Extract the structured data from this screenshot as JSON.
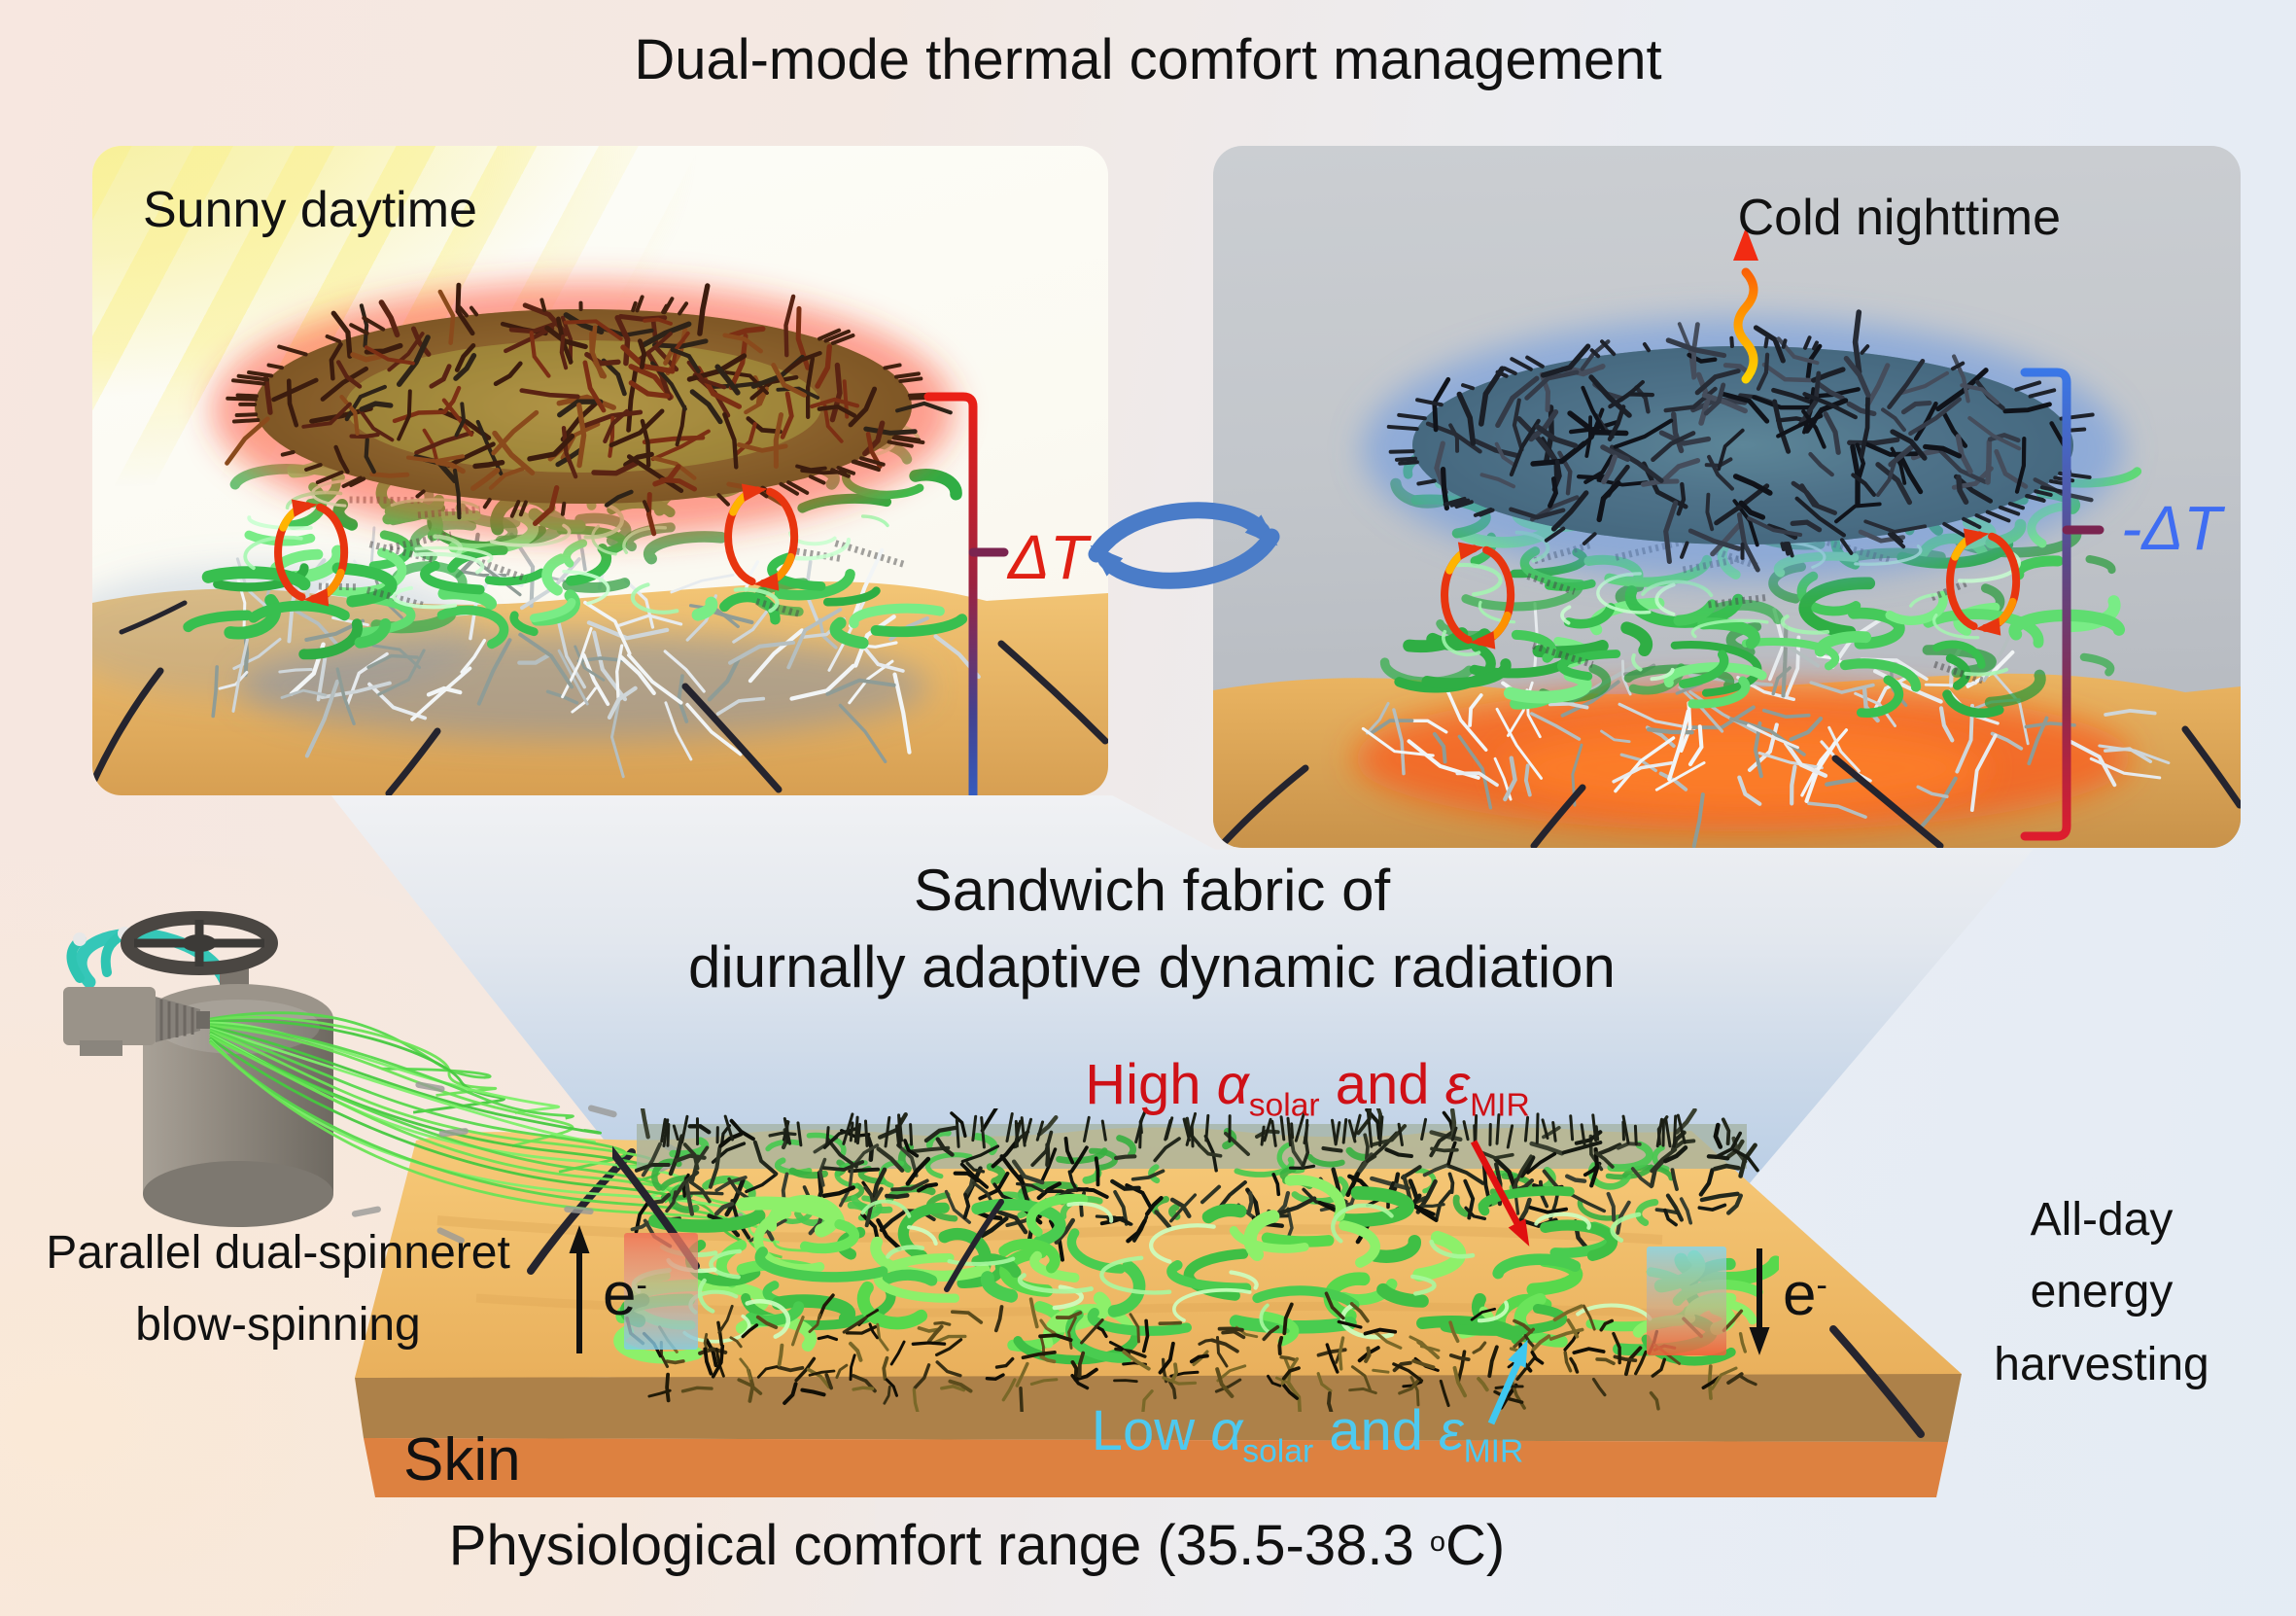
{
  "title": "Dual-mode thermal comfort management",
  "panels": {
    "day": {
      "label": "Sunny daytime",
      "delta_label": "ΔT"
    },
    "night": {
      "label": "Cold nighttime",
      "delta_label": "-ΔT"
    }
  },
  "middle": {
    "heading_line1": "Sandwich fabric of",
    "heading_line2": "diurnally adaptive dynamic radiation"
  },
  "fabric_labels": {
    "high": {
      "pre": "High ",
      "alpha": "α",
      "alpha_sub": "solar",
      "mid": " and ",
      "epsilon": "ε",
      "epsilon_sub": "MIR"
    },
    "low": {
      "pre": "Low ",
      "alpha": "α",
      "alpha_sub": "solar",
      "mid": " and ",
      "epsilon": "ε",
      "epsilon_sub": "MIR"
    }
  },
  "left_caption": {
    "line1": "Parallel dual-spinneret",
    "line2": "blow-spinning"
  },
  "right_caption": {
    "line1": "All-day",
    "line2": "energy",
    "line3": "harvesting"
  },
  "skin_label": "Skin",
  "electron": {
    "base": "e",
    "sup": "-"
  },
  "comfort": {
    "pre": "Physiological comfort range (35.5-38.3 ",
    "deg": "o",
    "post": "C)"
  },
  "colors": {
    "hot_red": "#e02014",
    "cold_blue": "#3f6df2",
    "high_label_red": "#cf1016",
    "low_label_cyan": "#4ec9ef",
    "swap_blue": "#4a7cc8",
    "fiber_green": "#56d84c",
    "skin_tan": "#eeb964"
  }
}
